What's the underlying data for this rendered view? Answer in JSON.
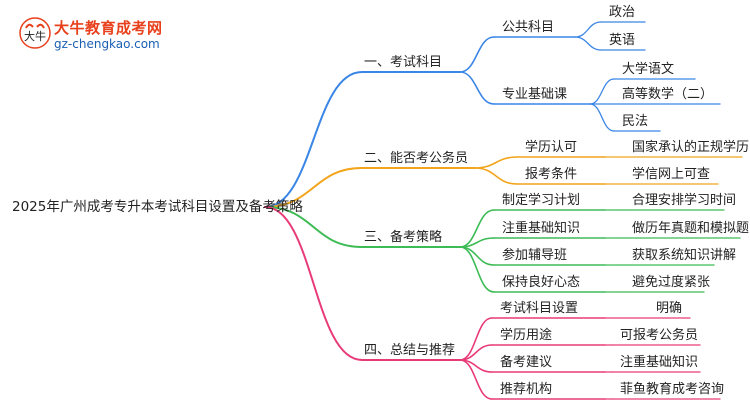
{
  "logo": {
    "title": "大牛教育成考网",
    "url": "gz-chengkao.com",
    "mark_text": "大牛"
  },
  "root": "2025年广州成考专升本考试科目设置及备考策略",
  "colors": {
    "blue": "#3a86e6",
    "orange": "#f2a41a",
    "green": "#3dbb55",
    "pink": "#e83a78"
  },
  "branches": [
    {
      "label": "一、考试科目",
      "color": "blue",
      "children": [
        {
          "label": "公共科目",
          "children": [
            "政治",
            "英语"
          ]
        },
        {
          "label": "专业基础课",
          "children": [
            "大学语文",
            "高等数学（二）",
            "民法"
          ]
        }
      ]
    },
    {
      "label": "二、能否考公务员",
      "color": "orange",
      "children": [
        {
          "label": "学历认可",
          "children": [
            "国家承认的正规学历"
          ]
        },
        {
          "label": "报考条件",
          "children": [
            "学信网上可查"
          ]
        }
      ]
    },
    {
      "label": "三、备考策略",
      "color": "green",
      "children": [
        {
          "label": "制定学习计划",
          "children": [
            "合理安排学习时间"
          ]
        },
        {
          "label": "注重基础知识",
          "children": [
            "做历年真题和模拟题"
          ]
        },
        {
          "label": "参加辅导班",
          "children": [
            "获取系统知识讲解"
          ]
        },
        {
          "label": "保持良好心态",
          "children": [
            "避免过度紧张"
          ]
        }
      ]
    },
    {
      "label": "四、总结与推荐",
      "color": "pink",
      "children": [
        {
          "label": "考试科目设置",
          "children": [
            "明确"
          ]
        },
        {
          "label": "学历用途",
          "children": [
            "可报考公务员"
          ]
        },
        {
          "label": "备考建议",
          "children": [
            "注重基础知识"
          ]
        },
        {
          "label": "推荐机构",
          "children": [
            "菲鱼教育成考咨询"
          ]
        }
      ]
    }
  ]
}
